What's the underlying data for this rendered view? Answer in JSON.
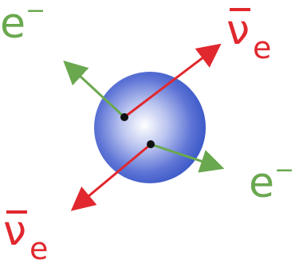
{
  "labels": {
    "electron_top": {
      "symbol": "e",
      "superscript": "−"
    },
    "antineutrino_top": {
      "symbol": "ν",
      "subscript": "e"
    },
    "electron_right": {
      "symbol": "e",
      "superscript": "−"
    },
    "antineutrino_bottom": {
      "symbol": "ν",
      "subscript": "e"
    }
  },
  "colors": {
    "electron": "#6aa84f",
    "antineutrino": "#e0282e",
    "nucleus_core": "#ffffff",
    "nucleus_edge": "#2f4fc2"
  }
}
